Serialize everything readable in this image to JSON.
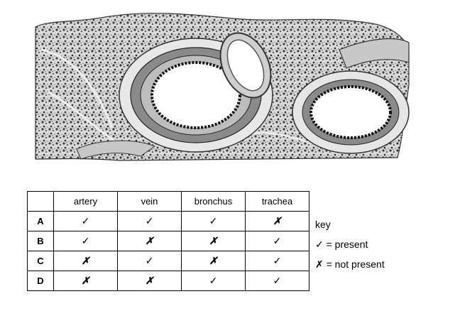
{
  "columns": [
    "artery",
    "vein",
    "bronchus",
    "trachea"
  ],
  "rows": [
    {
      "label": "A",
      "cells": [
        "✓",
        "✓",
        "✓",
        "✗"
      ]
    },
    {
      "label": "B",
      "cells": [
        "✓",
        "✗",
        "✗",
        "✓"
      ]
    },
    {
      "label": "C",
      "cells": [
        "✗",
        "✓",
        "✗",
        "✓"
      ]
    },
    {
      "label": "D",
      "cells": [
        "✗",
        "✗",
        "✓",
        "✓"
      ]
    }
  ],
  "key": {
    "title": "key",
    "present": "✓ = present",
    "not_present": "✗ = not present"
  }
}
